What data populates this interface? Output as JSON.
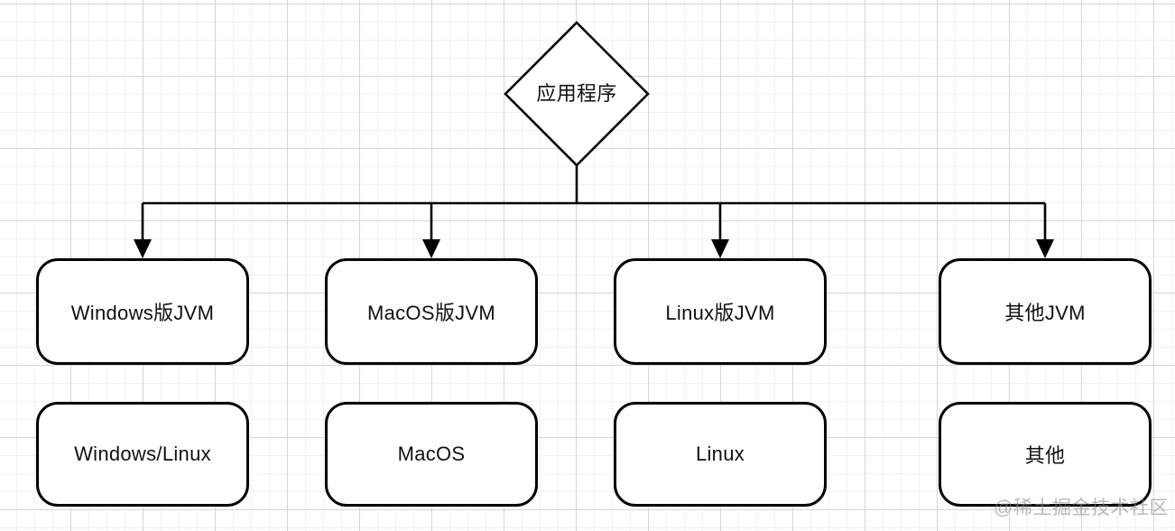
{
  "diagram": {
    "root": {
      "label": "应用程序"
    },
    "branches": [
      {
        "jvm": "Windows版JVM",
        "os": "Windows/Linux"
      },
      {
        "jvm": "MacOS版JVM",
        "os": "MacOS"
      },
      {
        "jvm": "Linux版JVM",
        "os": "Linux"
      },
      {
        "jvm": "其他JVM",
        "os": "其他"
      }
    ]
  },
  "watermark": {
    "text": "@稀土掘金技术社区"
  },
  "colors": {
    "stroke": "#000000",
    "node_fill": "#ffffff",
    "grid_minor": "#f1f1f1",
    "grid_major": "#d6d6d6",
    "watermark": "#8c8c8c"
  }
}
